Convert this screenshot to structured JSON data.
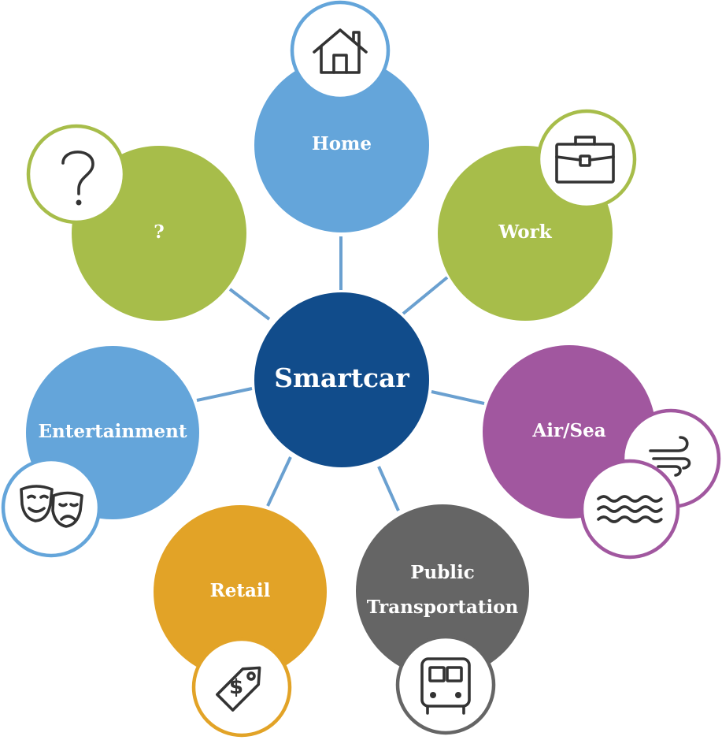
{
  "hub": {
    "label": "Smartcar",
    "color": "#114c8b"
  },
  "nodes": {
    "home": {
      "label": "Home",
      "color": "#64a5da",
      "icon": "house-icon"
    },
    "work": {
      "label": "Work",
      "color": "#a7bd4a",
      "icon": "briefcase-icon"
    },
    "air_sea": {
      "label": "Air/Sea",
      "color": "#a1579f",
      "icons": [
        "wind-icon",
        "waves-icon"
      ]
    },
    "public_transportation": {
      "label_line1": "Public",
      "label_line2": "Transportation",
      "color": "#656565",
      "icon": "bus-icon"
    },
    "retail": {
      "label": "Retail",
      "color": "#e2a327",
      "icon": "price-tag-icon"
    },
    "entertainment": {
      "label": "Entertainment",
      "color": "#64a5da",
      "icon": "theater-masks-icon"
    },
    "unknown": {
      "label": "?",
      "color": "#a7bd4a",
      "icon": "question-mark-icon"
    }
  },
  "connector_color": "#6aa0d0"
}
